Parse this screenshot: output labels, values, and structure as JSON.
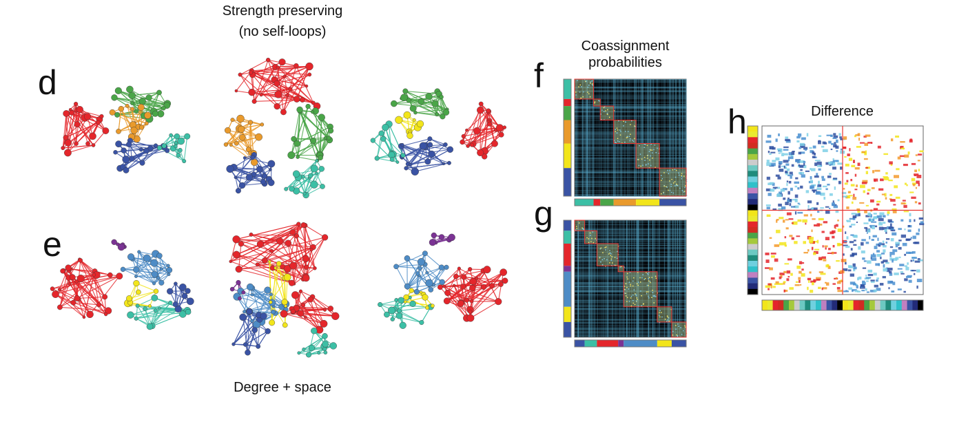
{
  "panels": {
    "d": {
      "label": "d"
    },
    "e": {
      "label": "e"
    },
    "f": {
      "label": "f"
    },
    "g": {
      "label": "g"
    },
    "h": {
      "label": "h"
    }
  },
  "titles": {
    "strength_line1": "Strength preserving",
    "strength_line2": "(no self-loops)",
    "degree_space": "Degree + space",
    "coassign_line1": "Coassignment",
    "coassign_line2": "probabilities",
    "difference": "Difference"
  },
  "colors": {
    "red": "#e4262b",
    "green": "#4aa548",
    "orange": "#e99a2c",
    "yellow": "#f2e51b",
    "blue": "#3a53a4",
    "teal": "#3cbfa5",
    "steel": "#4e8cc6",
    "purple": "#7b3394",
    "boundary": "#e8322e"
  },
  "f_modules": [
    "teal",
    "red",
    "green",
    "orange",
    "yellow",
    "blue"
  ],
  "g_modules": [
    "blue",
    "teal",
    "red",
    "purple",
    "steel",
    "yellow",
    "blue"
  ]
}
